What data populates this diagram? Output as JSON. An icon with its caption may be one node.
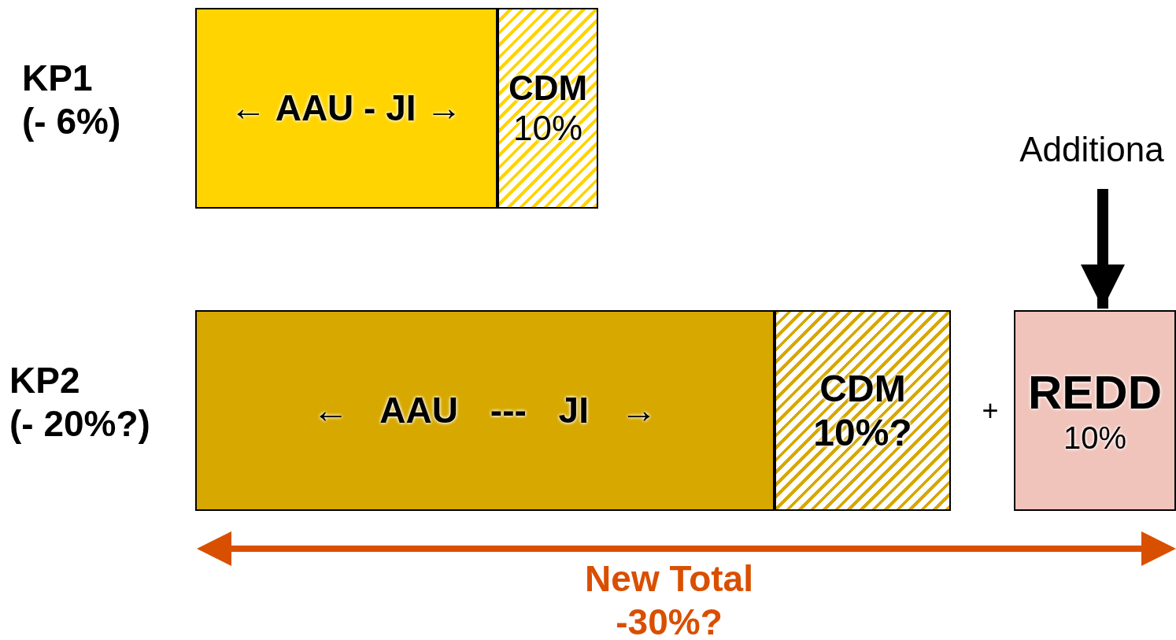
{
  "diagram": {
    "nodes": [
      {
        "text": [
          "← AAU - JI →"
        ]
      },
      {
        "text": [
          "CDM",
          "10%"
        ]
      },
      {
        "text": [
          "← AAU --- JI →"
        ]
      },
      {
        "text": [
          "CDM",
          "10%?"
        ]
      },
      {
        "text": [
          "Additiona"
        ]
      },
      {
        "text": [
          "REDD",
          "10%"
        ]
      }
    ],
    "edges": [
      {
        "from": 4,
        "to": 5,
        "arrow": "to"
      }
    ],
    "labels": [
      "KP1 (- 6%)",
      "KP2 (- 20%?)",
      "+",
      "New Total -30%?"
    ]
  }
}
